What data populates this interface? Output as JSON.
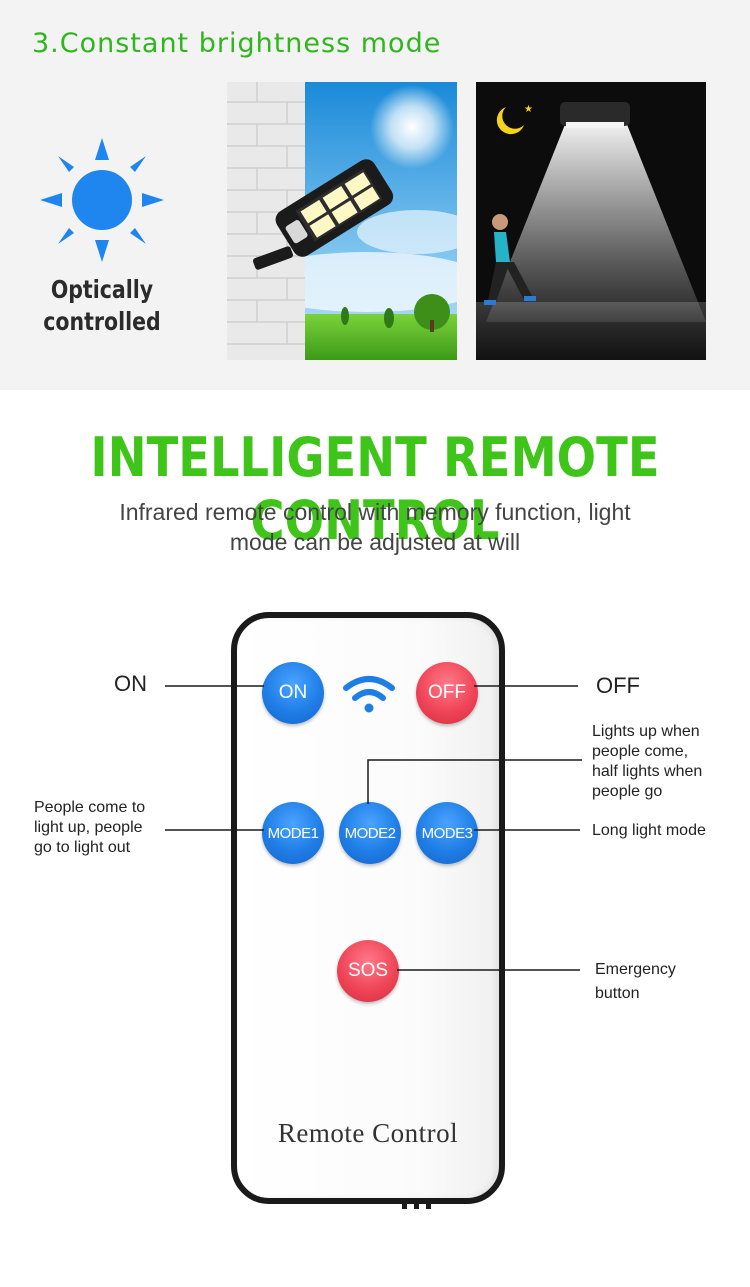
{
  "section": {
    "title": "3.Constant brightness mode",
    "optical_line1": "Optically",
    "optical_line2": "controlled"
  },
  "headline": "INTELLIGENT REMOTE CONTROL",
  "subline": {
    "line1": "Infrared remote control with memory function, light",
    "line2": "mode can be adjusted at will"
  },
  "remote": {
    "label": "Remote Control",
    "buttons": {
      "on": "ON",
      "off": "OFF",
      "mode1": "MODE1",
      "mode2": "MODE2",
      "mode3": "MODE3",
      "sos": "SOS"
    }
  },
  "callouts": {
    "on": "ON",
    "off": "OFF",
    "mode1": [
      "People come to",
      "light up, people",
      "go to light out"
    ],
    "mode2": [
      "Lights up when",
      "people come,",
      "half lights when",
      "people go"
    ],
    "mode3": "Long light mode",
    "sos": [
      "Emergency",
      "button"
    ]
  },
  "colors": {
    "title_green": "#2fb61c",
    "headline_green": "#3fc51a",
    "button_blue": "#1f7ee6",
    "button_red": "#f04558",
    "sun_blue": "#1f86f0"
  }
}
